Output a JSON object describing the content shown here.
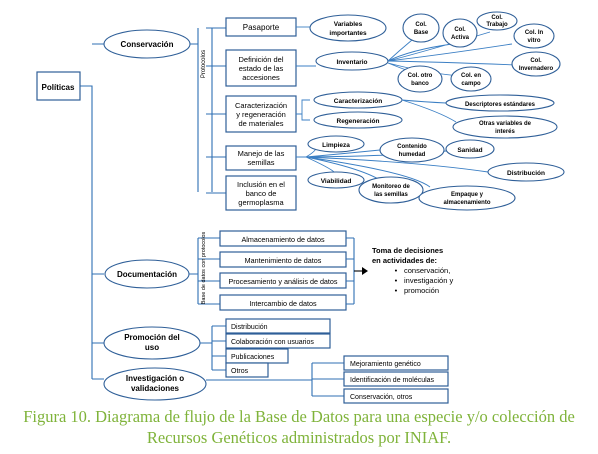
{
  "root": "Políticas",
  "conservacion": {
    "label": "Conservación",
    "bracket_label": "Protocolos",
    "items": {
      "pasaporte": "Pasaporte",
      "definicion": [
        "Definición del",
        "estado de las",
        "accesiones"
      ],
      "caracterizacion_regen": [
        "Caracterización",
        "y regeneración",
        "de materiales"
      ],
      "manejo": [
        "Manejo de las",
        "semillas"
      ],
      "inclusion": [
        "Inclusión en el",
        "banco de",
        "germoplasma"
      ]
    },
    "variables_importantes": [
      "Variables",
      "importantes"
    ],
    "inventario": "Inventario",
    "inventario_children": {
      "base": [
        "Col.",
        "Base"
      ],
      "activa": [
        "Col.",
        "Activa"
      ],
      "trabajo": [
        "Col.",
        "Trabajo"
      ],
      "in_vitro": [
        "Col. In",
        "vitro"
      ],
      "invernadero": [
        "Col.",
        "Invernadero"
      ],
      "otro_banco": [
        "Col. otro",
        "banco"
      ],
      "en_campo": [
        "Col. en",
        "campo"
      ]
    },
    "caracterizacion": "Caracterización",
    "regeneracion": "Regeneración",
    "descriptores": "Descriptores estándares",
    "otras_variables": [
      "Otras variables de",
      "interés"
    ],
    "semillas_children": {
      "limpieza": "Limpieza",
      "contenido": [
        "Contenido",
        "humedad"
      ],
      "sanidad": "Sanidad",
      "distribucion": "Distribución",
      "viabilidad": "Viabilidad",
      "monitoreo": [
        "Monitoreo de",
        "las semillas"
      ],
      "empaque": [
        "Empaque y",
        "almacenamiento"
      ]
    }
  },
  "documentacion": {
    "label": "Documentación",
    "bracket_label": "Base de datos con protocolos",
    "items": [
      "Almacenamiento de datos",
      "Mantenimiento de datos",
      "Procesamiento y análisis de datos",
      "Intercambio de datos"
    ],
    "decisions_title": [
      "Toma de decisiones",
      "en actividades de:"
    ],
    "decisions": [
      "conservación,",
      "investigación y",
      "promoción"
    ]
  },
  "promocion": {
    "label": [
      "Promoción del",
      "uso"
    ],
    "items": [
      "Distribución",
      "Colaboración con usuarios",
      "Publicaciones",
      "Otros"
    ]
  },
  "investigacion": {
    "label": [
      "Investigación o",
      "validaciones"
    ],
    "items": [
      "Mejoramiento genético",
      "Identificación de moléculas",
      "Conservación, otros"
    ]
  },
  "caption": [
    "Figura 10. Diagrama de flujo de la Base de Datos para una especie y/o colección de",
    "Recursos Genéticos administrados por INIAF."
  ],
  "colors": {
    "line": "#2f6fb3",
    "caption": "#7fb33a"
  }
}
